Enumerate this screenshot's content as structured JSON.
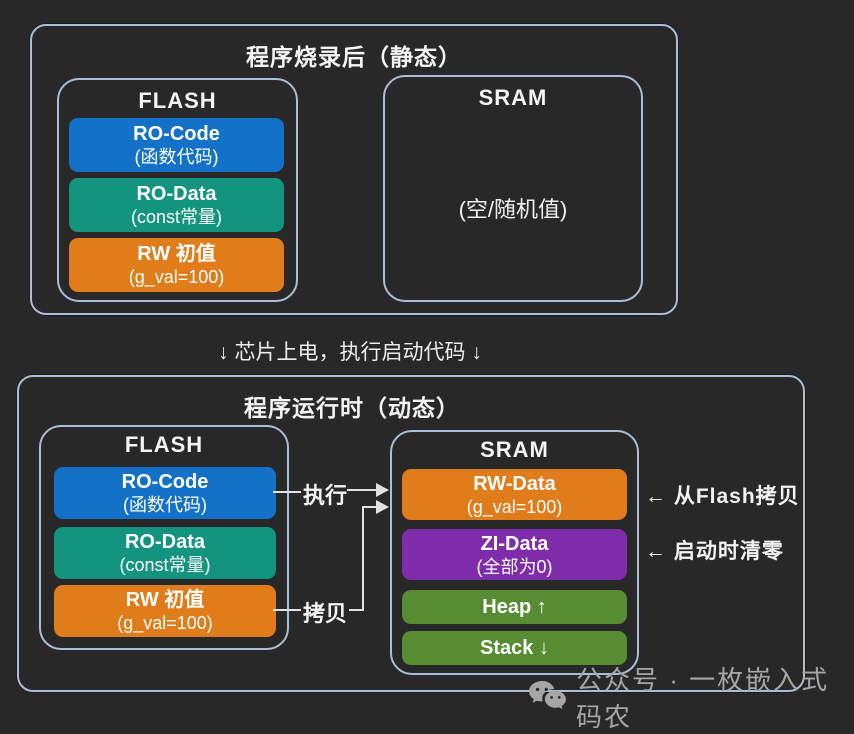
{
  "colors": {
    "bg": "#282828",
    "border": "#a9bfd8",
    "line": "#e2e2e2",
    "watermark": "#a6a6a6",
    "blue": "#1371c8",
    "teal": "#13947f",
    "orange": "#e07c1a",
    "purple": "#7e2caa",
    "green": "#568d33"
  },
  "panel_top": {
    "title": "程序烧录后（静态）",
    "flash": {
      "label": "FLASH",
      "blocks": [
        {
          "title": "RO-Code",
          "subtitle": "(函数代码)",
          "color": "#1371c8"
        },
        {
          "title": "RO-Data",
          "subtitle": "(const常量)",
          "color": "#13947f"
        },
        {
          "title": "RW 初值",
          "subtitle": "(g_val=100)",
          "color": "#e07c1a"
        }
      ]
    },
    "sram": {
      "label": "SRAM",
      "content": "(空/随机值)"
    }
  },
  "transition": "↓ 芯片上电，执行启动代码 ↓",
  "panel_bottom": {
    "title": "程序运行时（动态）",
    "flash": {
      "label": "FLASH",
      "blocks": [
        {
          "title": "RO-Code",
          "subtitle": "(函数代码)",
          "color": "#1371c8"
        },
        {
          "title": "RO-Data",
          "subtitle": "(const常量)",
          "color": "#13947f"
        },
        {
          "title": "RW 初值",
          "subtitle": "(g_val=100)",
          "color": "#e07c1a"
        }
      ]
    },
    "sram": {
      "label": "SRAM",
      "blocks": [
        {
          "title": "RW-Data",
          "subtitle": "(g_val=100)",
          "color": "#e07c1a"
        },
        {
          "title": "ZI-Data",
          "subtitle": "(全部为0)",
          "color": "#7e2caa"
        },
        {
          "title": "Heap ↑",
          "color": "#568d33"
        },
        {
          "title": "Stack ↓",
          "color": "#568d33"
        }
      ]
    },
    "arrows": {
      "execute_label": "执行",
      "copy_label": "拷贝"
    },
    "annotations": [
      {
        "text": "← 从Flash拷贝"
      },
      {
        "text": "← 启动时清零"
      }
    ]
  },
  "watermark": {
    "text": "公众号 · 一枚嵌入式码农",
    "icon": "wechat-icon"
  }
}
